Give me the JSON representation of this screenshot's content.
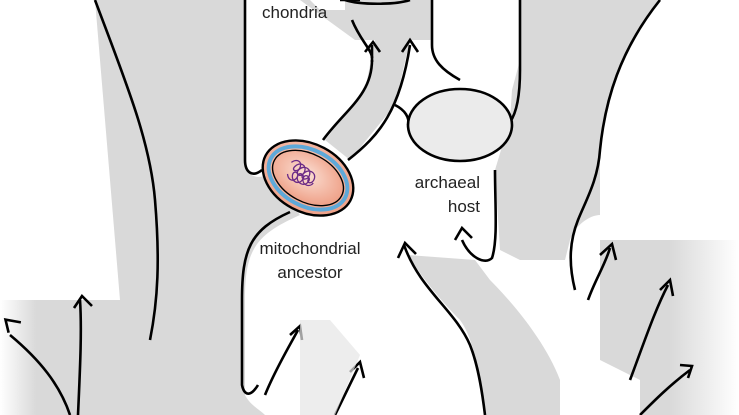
{
  "labels": {
    "chondria": "chondria",
    "archaeal_line1": "archaeal",
    "archaeal_line2": "host",
    "mito_line1": "mitochondrial",
    "mito_line2": "ancestor"
  },
  "colors": {
    "branch_fill": "#d9d9d9",
    "branch_stroke": "#000000",
    "cell_core": "#f3b19a",
    "cell_membrane": "#5ea9d9",
    "dna": "#6b2a86",
    "host_fill": "#ebebeb"
  }
}
